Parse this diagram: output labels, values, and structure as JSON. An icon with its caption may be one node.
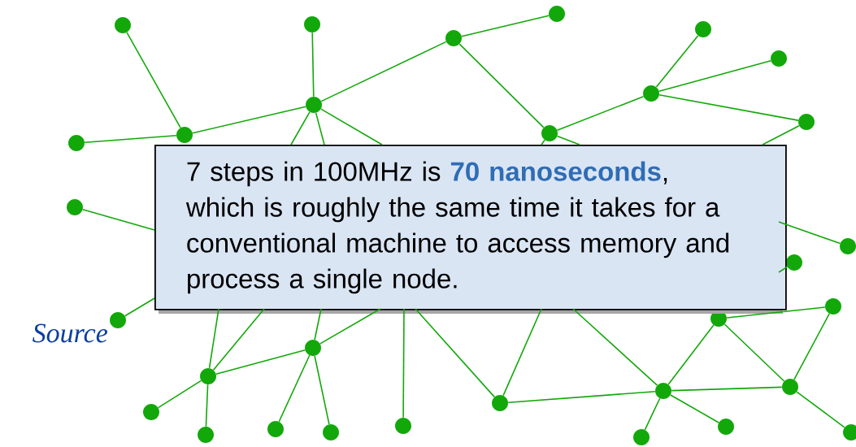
{
  "diagram": {
    "nodes": [
      {
        "text": [],
        "shape": "circle"
      },
      {
        "text": [],
        "shape": "circle"
      },
      {
        "text": [],
        "shape": "circle"
      },
      {
        "text": [],
        "shape": "circle"
      },
      {
        "text": [],
        "shape": "circle"
      },
      {
        "text": [],
        "shape": "circle"
      },
      {
        "text": [],
        "shape": "circle"
      },
      {
        "text": [],
        "shape": "circle"
      },
      {
        "text": [],
        "shape": "circle"
      },
      {
        "text": [],
        "shape": "circle"
      },
      {
        "text": [],
        "shape": "circle"
      },
      {
        "text": [],
        "shape": "circle"
      },
      {
        "text": [
          "7 steps in 100MHz is **70 nanoseconds**, which is roughly the same time it takes for a conventional machine to access memory and process a single node."
        ]
      },
      {
        "text": [],
        "shape": "circle"
      },
      {
        "text": [],
        "shape": "circle"
      },
      {
        "text": [],
        "shape": "circle"
      },
      {
        "text": [],
        "shape": "circle"
      },
      {
        "text": [],
        "shape": "circle"
      },
      {
        "text": [],
        "shape": "circle",
        "beside": [
          "Source"
        ]
      },
      {
        "text": [],
        "shape": "circle"
      },
      {
        "text": [],
        "shape": "circle"
      },
      {
        "text": [],
        "shape": "circle"
      },
      {
        "text": [],
        "shape": "circle"
      },
      {
        "text": [],
        "shape": "circle"
      },
      {
        "text": [],
        "shape": "circle"
      },
      {
        "text": [],
        "shape": "circle"
      },
      {
        "text": [],
        "shape": "circle"
      },
      {
        "text": [],
        "shape": "circle"
      },
      {
        "text": [],
        "shape": "circle"
      },
      {
        "text": [],
        "shape": "circle"
      },
      {
        "text": [],
        "shape": "circle"
      },
      {
        "text": [],
        "shape": "circle"
      }
    ],
    "edges": [
      {
        "from": 2,
        "to": 10,
        "arrow": "none"
      },
      {
        "from": 11,
        "to": 10,
        "arrow": "none"
      },
      {
        "from": 10,
        "to": 7,
        "arrow": "none"
      },
      {
        "from": 1,
        "to": 7,
        "arrow": "none"
      },
      {
        "from": 7,
        "to": 4,
        "arrow": "none"
      },
      {
        "from": 4,
        "to": 0,
        "arrow": "none"
      },
      {
        "from": 4,
        "to": 9,
        "arrow": "none"
      },
      {
        "from": 9,
        "to": 6,
        "arrow": "none"
      },
      {
        "from": 6,
        "to": 3,
        "arrow": "none"
      },
      {
        "from": 6,
        "to": 5,
        "arrow": "none"
      },
      {
        "from": 6,
        "to": 8,
        "arrow": "none"
      },
      {
        "from": 7,
        "to": 12,
        "arrow": "none"
      },
      {
        "from": 7,
        "to": 12,
        "arrow": "none"
      },
      {
        "from": 7,
        "to": 12,
        "arrow": "none"
      },
      {
        "from": 9,
        "to": 12,
        "arrow": "none"
      },
      {
        "from": 9,
        "to": 12,
        "arrow": "none"
      },
      {
        "from": 8,
        "to": 12,
        "arrow": "none"
      },
      {
        "from": 13,
        "to": 12,
        "arrow": "none"
      },
      {
        "from": 14,
        "to": 12,
        "arrow": "none"
      },
      {
        "from": 15,
        "to": 12,
        "arrow": "none"
      },
      {
        "from": 16,
        "to": 17,
        "arrow": "none"
      },
      {
        "from": 17,
        "to": 21,
        "arrow": "none"
      },
      {
        "from": 17,
        "to": 22,
        "arrow": "none"
      },
      {
        "from": 16,
        "to": 21,
        "arrow": "none"
      },
      {
        "from": 21,
        "to": 27,
        "arrow": "none"
      },
      {
        "from": 22,
        "to": 21,
        "arrow": "none"
      },
      {
        "from": 22,
        "to": 26,
        "arrow": "none"
      },
      {
        "from": 22,
        "to": 31,
        "arrow": "none"
      },
      {
        "from": 22,
        "to": 23,
        "arrow": "none"
      },
      {
        "from": 22,
        "to": 12,
        "arrow": "none"
      },
      {
        "from": 23,
        "to": 12,
        "arrow": "none"
      },
      {
        "from": 23,
        "to": 12,
        "arrow": "none"
      },
      {
        "from": 25,
        "to": 12,
        "arrow": "none"
      },
      {
        "from": 19,
        "to": 12,
        "arrow": "none"
      },
      {
        "from": 19,
        "to": 12,
        "arrow": "none"
      },
      {
        "from": 19,
        "to": 20,
        "arrow": "none"
      },
      {
        "from": 19,
        "to": 28,
        "arrow": "none"
      },
      {
        "from": 19,
        "to": 29,
        "arrow": "none"
      },
      {
        "from": 20,
        "to": 12,
        "arrow": "none"
      },
      {
        "from": 20,
        "to": 12,
        "arrow": "none"
      },
      {
        "from": 20,
        "to": 24,
        "arrow": "none"
      },
      {
        "from": 20,
        "to": 30,
        "arrow": "none"
      },
      {
        "from": 18,
        "to": 12,
        "arrow": "none"
      }
    ]
  }
}
